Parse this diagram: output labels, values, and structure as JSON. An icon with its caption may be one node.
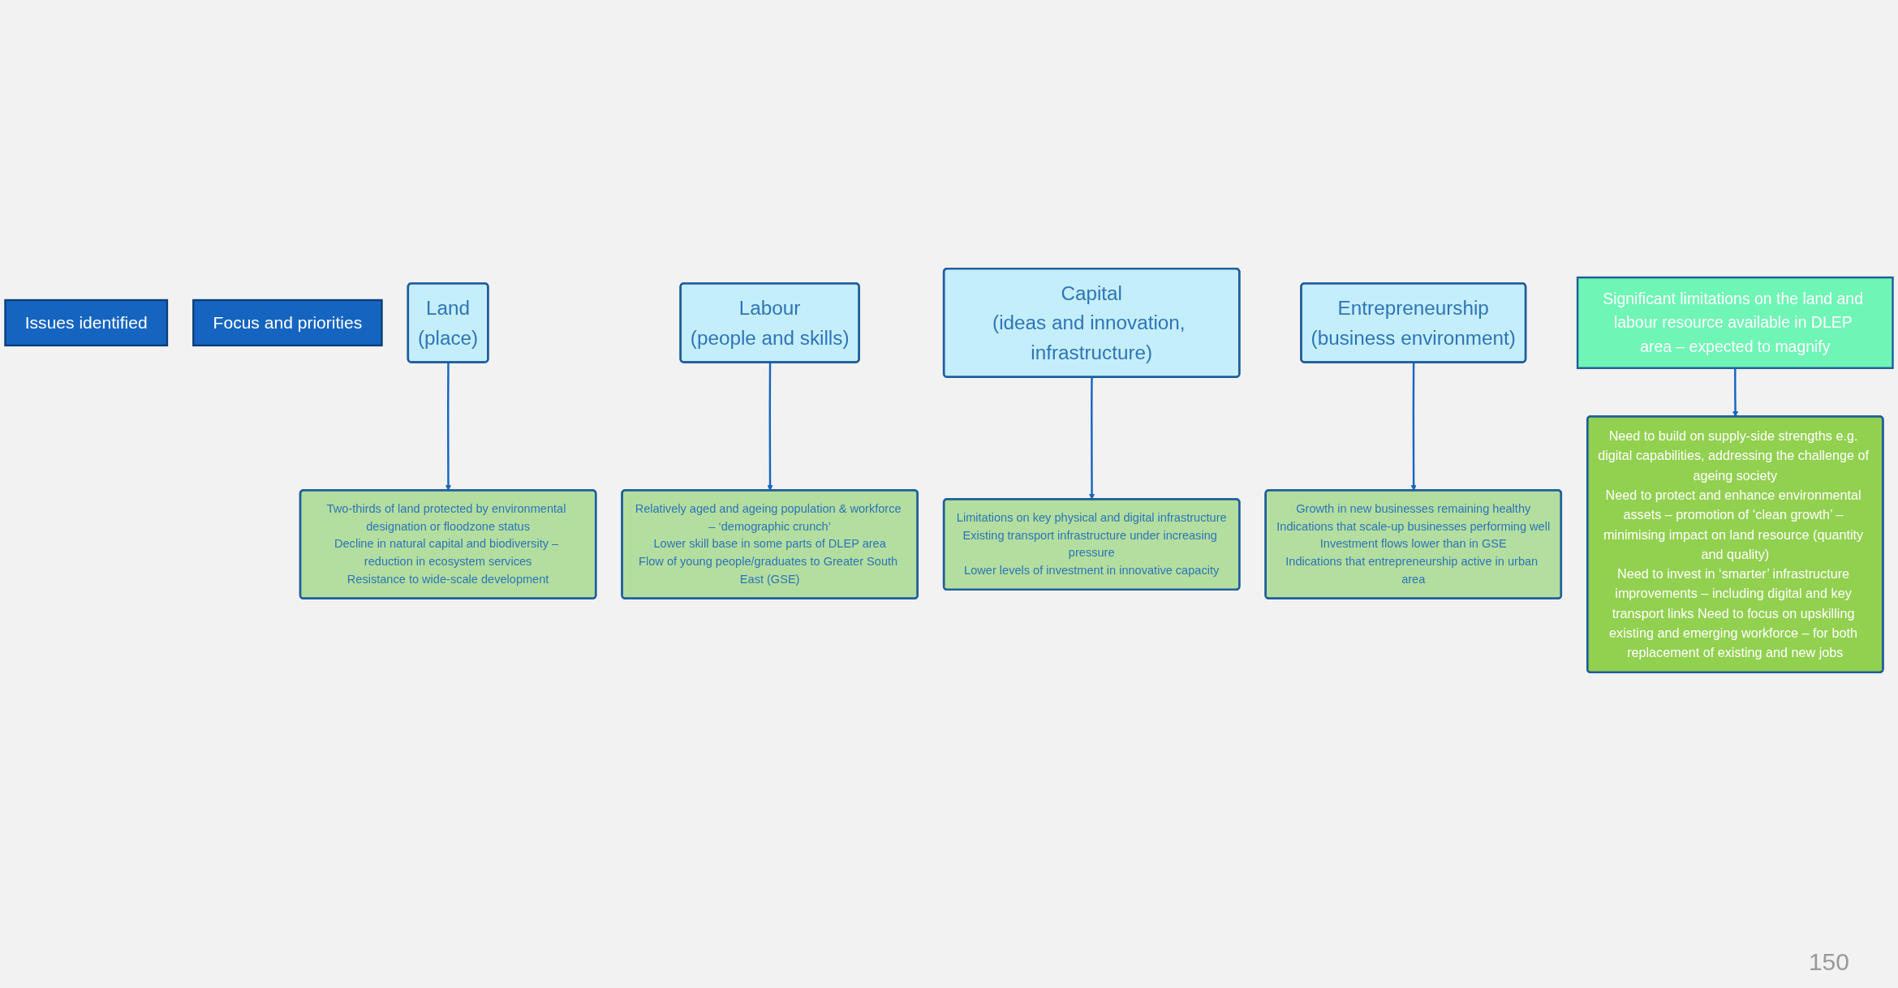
{
  "diagram": {
    "nodes": [
      {
        "text": [
          "Issues identified"
        ]
      },
      {
        "text": [
          "Focus and priorities"
        ]
      },
      {
        "text": [
          "Land",
          "(place)"
        ]
      },
      {
        "text": [
          "Labour",
          "(people and skills)"
        ]
      },
      {
        "text": [
          "Capital",
          "(ideas and innovation, infrastructure)"
        ]
      },
      {
        "text": [
          "Entrepreneurship",
          "(business environment)"
        ]
      },
      {
        "text": [
          "Two-thirds of land protected by environmental designation or floodzone status",
          "Decline in natural capital and biodiversity – reduction in ecosystem services",
          "Resistance to wide-scale development"
        ]
      },
      {
        "text": [
          "Relatively aged and ageing population & workforce – ‘demographic crunch’",
          "Lower skill base in some parts of DLEP area",
          "Flow of young people/graduates to Greater South East (GSE)"
        ]
      },
      {
        "text": [
          "Limitations on key physical and digital infrastructure",
          "Existing transport infrastructure under increasing pressure",
          "Lower levels of investment in innovative capacity"
        ]
      },
      {
        "text": [
          "Growth in new businesses remaining healthy",
          "Indications that scale-up businesses performing well",
          "Investment flows lower than in GSE",
          "Indications that entrepreneurship active in urban area"
        ]
      },
      {
        "text": [
          "Significant limitations on the land and labour resource available in DLEP area – expected to magnify"
        ]
      },
      {
        "text": [
          "Need to build on supply-side strengths e.g. digital capabilities, addressing the challenge of ageing society",
          "Need to protect and enhance environmental assets – promotion of ‘clean growth’ – minimising impact on land resource (quantity and quality)",
          "Need to invest in ‘smarter’ infrastructure improvements – including digital and key transport links Need to focus on upskilling existing and emerging workforce – for both replacement of existing and new jobs"
        ]
      }
    ],
    "edges": [
      {
        "from": 2,
        "to": 6,
        "arrow": "to"
      },
      {
        "from": 3,
        "to": 7,
        "arrow": "to"
      },
      {
        "from": 4,
        "to": 8,
        "arrow": "to"
      },
      {
        "from": 5,
        "to": 9,
        "arrow": "to"
      },
      {
        "from": 10,
        "to": 11,
        "arrow": "to"
      }
    ],
    "labels": [
      "150"
    ]
  }
}
